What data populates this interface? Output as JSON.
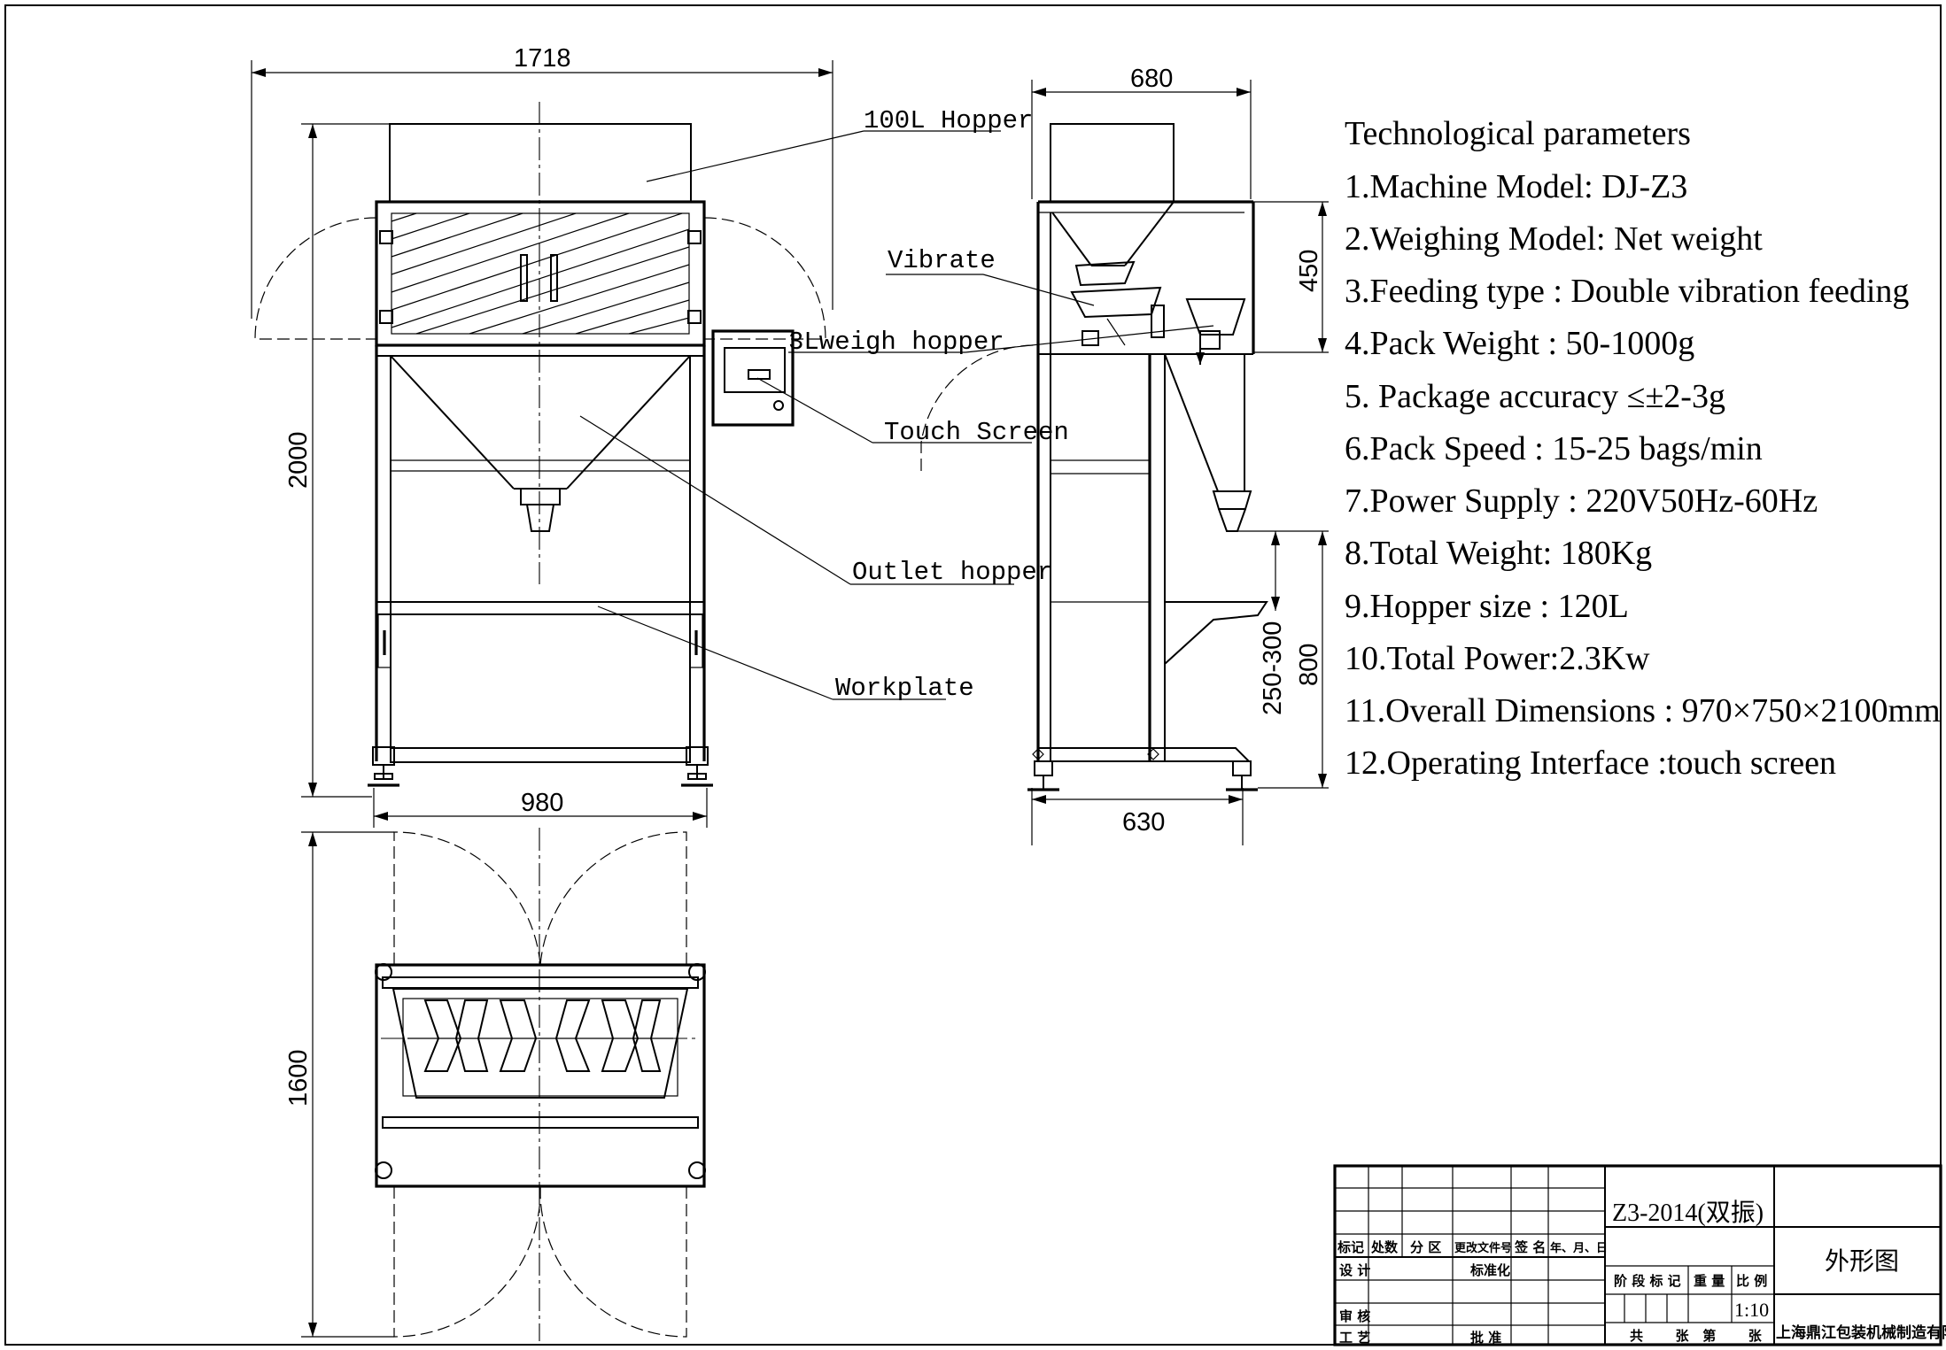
{
  "dimensions": {
    "front_width": "1718",
    "front_height": "2000",
    "front_base": "980",
    "side_width": "680",
    "side_top": "450",
    "side_outlet": "250-300",
    "side_height": "800",
    "side_base": "630",
    "top_depth": "1600"
  },
  "labels": {
    "hopper_100l": "100L Hopper",
    "vibrate": "Vibrate",
    "weigh_hopper": "3Lweigh hopper",
    "touch_screen": "Touch Screen",
    "outlet_hopper": "Outlet hopper",
    "workplate": "Workplate"
  },
  "params": {
    "title": "Technological  parameters",
    "items": [
      "1.Machine Model: DJ-Z3",
      "2.Weighing Model: Net weight",
      "3.Feeding type : Double vibration feeding",
      "4.Pack Weight : 50-1000g",
      "5. Package accuracy  ≤±2-3g",
      "6.Pack Speed :  15-25 bags/min",
      "7.Power Supply : 220V50Hz-60Hz",
      "8.Total Weight: 180Kg",
      "9.Hopper  size : 120L",
      "10.Total Power:2.3Kw",
      "11.Overall Dimensions : 970×750×2100mm",
      "12.Operating Interface  :touch screen"
    ]
  },
  "title_block": {
    "drawing_no": "Z3-2014(双振)",
    "drawing_name": "外形图",
    "company": "上海鼎江包装机械制造有限公司",
    "scale": "1:10",
    "h_mark": "标记",
    "h_count": "处数",
    "h_zone": "分 区",
    "h_doc": "更改文件号",
    "h_sign": "签 名",
    "h_date": "年、月、日",
    "h_design": "设 计",
    "h_standard": "标准化",
    "h_stage": "阶 段 标 记",
    "h_weight": "重 量",
    "h_ratio": "比 例",
    "h_review": "审 核",
    "h_process": "工 艺",
    "h_approve": "批 准",
    "h_total": "共       张   第       张"
  }
}
